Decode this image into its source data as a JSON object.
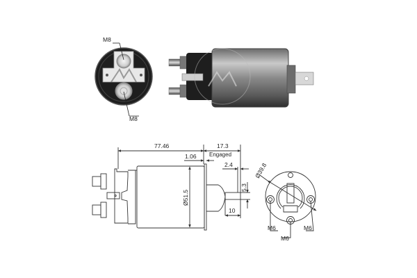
{
  "photo_end_view": {
    "label_top": "M8",
    "label_bottom": "M8"
  },
  "drawing_side_view": {
    "overall_length": "77.46",
    "engaged_stroke": "17.3",
    "engaged_label": "Engaged",
    "gap": "1.06",
    "plunger_offset": "2.4",
    "diameter": "Ø51.5",
    "tab_height": "5.3",
    "tab_length": "10"
  },
  "drawing_flange_view": {
    "bolt_circle": "Ø39.8",
    "hole_left": "M6",
    "hole_right": "M6",
    "hole_bottom": "M6"
  },
  "colors": {
    "line": "#333333",
    "photo_dark": "#1e1e1e",
    "photo_metal": "#9a9a9a"
  }
}
